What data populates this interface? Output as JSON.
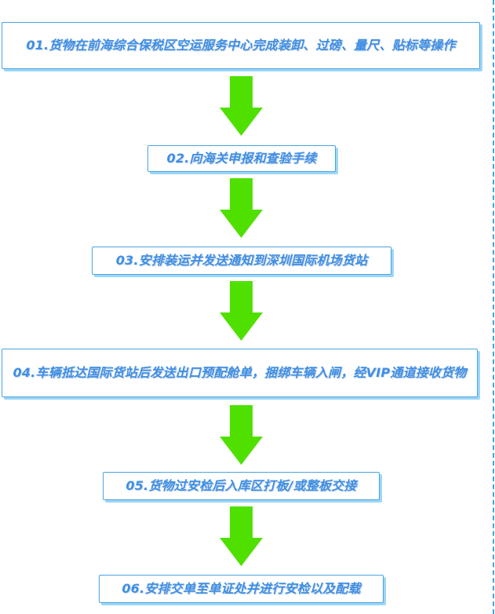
{
  "diagram": {
    "type": "process-flowchart",
    "colors": {
      "box_border": "#4aa3e0",
      "box_shadow": "#9cd6f7",
      "text": "#3f8fe3",
      "arrow": "#4fe000",
      "side_rule": "#4aa3e0"
    },
    "steps": [
      {
        "label": "01.货物在前海综合保税区空运服务中心完成装卸、过磅、量尺、贴标等操作"
      },
      {
        "label": "02.向海关申报和查验手续"
      },
      {
        "label": "03.安排装运并发送通知到深圳国际机场货站"
      },
      {
        "label": "04.车辆抵达国际货站后发送出口预配舱单，捆绑车辆入闸，经VIP通道接收货物"
      },
      {
        "label": "05.货物过安检后入库区打板/或整板交接"
      },
      {
        "label": "06.安排交单至单证处并进行安检以及配载"
      }
    ],
    "connectors": [
      {
        "from": 1,
        "to": 2,
        "icon": "arrow-down-icon"
      },
      {
        "from": 2,
        "to": 3,
        "icon": "arrow-down-icon"
      },
      {
        "from": 3,
        "to": 4,
        "icon": "arrow-down-icon"
      },
      {
        "from": 4,
        "to": 5,
        "icon": "arrow-down-icon"
      },
      {
        "from": 5,
        "to": 6,
        "icon": "arrow-down-icon"
      }
    ]
  }
}
